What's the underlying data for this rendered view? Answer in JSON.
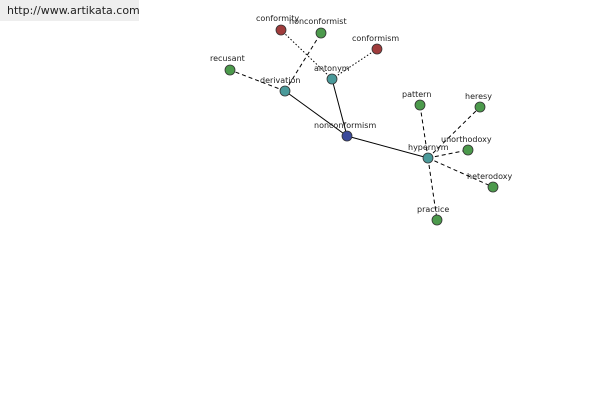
{
  "header": {
    "url": "http://www.artikata.com"
  },
  "colors": {
    "center": "#3b4a9b",
    "relation": "#4a9a9a",
    "leaf_green": "#4c9a4c",
    "leaf_red": "#a03c3c"
  },
  "graph": {
    "nodes": [
      {
        "id": "nonconformism",
        "label": "nonconformism",
        "kind": "center"
      },
      {
        "id": "derivation",
        "label": "derivation",
        "kind": "relation"
      },
      {
        "id": "antonym",
        "label": "antonym",
        "kind": "relation"
      },
      {
        "id": "hypernym",
        "label": "hypernym",
        "kind": "relation"
      },
      {
        "id": "recusant",
        "label": "recusant",
        "kind": "leaf_green"
      },
      {
        "id": "nonconformist",
        "label": "nonconformist",
        "kind": "leaf_green"
      },
      {
        "id": "conformity",
        "label": "conformity",
        "kind": "leaf_red"
      },
      {
        "id": "conformism",
        "label": "conformism",
        "kind": "leaf_red"
      },
      {
        "id": "pattern",
        "label": "pattern",
        "kind": "leaf_green"
      },
      {
        "id": "heresy",
        "label": "heresy",
        "kind": "leaf_green"
      },
      {
        "id": "unorthodoxy",
        "label": "unorthodoxy",
        "kind": "leaf_green"
      },
      {
        "id": "heterodoxy",
        "label": "heterodoxy",
        "kind": "leaf_green"
      },
      {
        "id": "practice",
        "label": "practice",
        "kind": "leaf_green"
      }
    ],
    "edges": [
      {
        "from": "nonconformism",
        "to": "derivation",
        "style": "solid"
      },
      {
        "from": "nonconformism",
        "to": "antonym",
        "style": "solid"
      },
      {
        "from": "nonconformism",
        "to": "hypernym",
        "style": "solid"
      },
      {
        "from": "derivation",
        "to": "recusant",
        "style": "dashed"
      },
      {
        "from": "derivation",
        "to": "nonconformist",
        "style": "dashed"
      },
      {
        "from": "antonym",
        "to": "conformity",
        "style": "dotted"
      },
      {
        "from": "antonym",
        "to": "conformism",
        "style": "dotted"
      },
      {
        "from": "hypernym",
        "to": "pattern",
        "style": "dashed"
      },
      {
        "from": "hypernym",
        "to": "heresy",
        "style": "dashed"
      },
      {
        "from": "hypernym",
        "to": "unorthodoxy",
        "style": "dashed"
      },
      {
        "from": "hypernym",
        "to": "heterodoxy",
        "style": "dashed"
      },
      {
        "from": "hypernym",
        "to": "practice",
        "style": "dashed"
      }
    ]
  }
}
